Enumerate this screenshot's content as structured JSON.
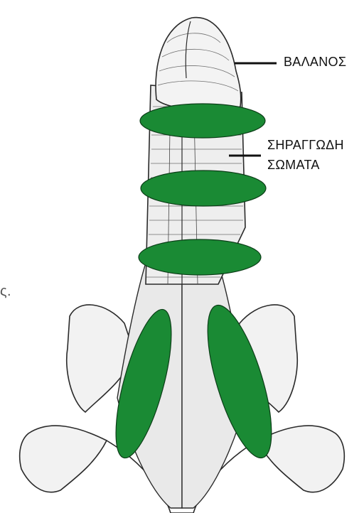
{
  "labels": {
    "glans": "ΒΑΛΑΝΟΣ",
    "corpora_line1": "ΣΗΡΑΓΓΩΔΗ",
    "corpora_line2": "ΣΩΜΑΤΑ",
    "edge_fragment": "ς."
  },
  "colors": {
    "marker_fill": "#1a8a34",
    "marker_stroke": "#0b3d17",
    "line_art": "#2a2a2a",
    "shading": "#6f6f6f",
    "background": "#ffffff"
  }
}
